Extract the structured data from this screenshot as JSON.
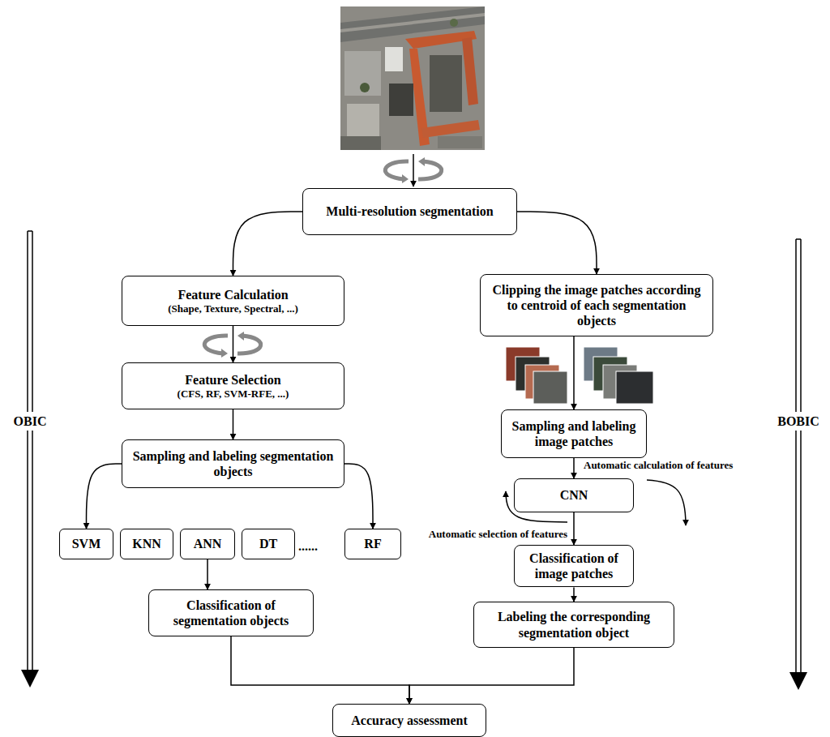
{
  "diagram": {
    "nodes": [
      {
        "text": [
          "Multi-resolution segmentation"
        ]
      },
      {
        "text": [
          "Feature Calculation",
          "(Shape, Texture, Spectral, ...)"
        ]
      },
      {
        "text": [
          "Clipping the image patches according to centroid of each segmentation objects"
        ]
      },
      {
        "text": [
          "Feature Selection",
          "(CFS, RF, SVM-RFE, ...)"
        ]
      },
      {
        "text": [
          "Sampling and labeling segmentation objects"
        ]
      },
      {
        "text": [
          "Sampling and labeling image patches"
        ]
      },
      {
        "text": [
          "SVM"
        ]
      },
      {
        "text": [
          "KNN"
        ]
      },
      {
        "text": [
          "ANN"
        ]
      },
      {
        "text": [
          "DT"
        ]
      },
      {
        "text": [
          "RF"
        ]
      },
      {
        "text": [
          "CNN"
        ]
      },
      {
        "text": [
          "Classification of image patches"
        ]
      },
      {
        "text": [
          "Classification of segmentation objects"
        ]
      },
      {
        "text": [
          "Labeling the corresponding segmentation object"
        ]
      },
      {
        "text": [
          "Accuracy assessment"
        ]
      }
    ],
    "edges": [
      {
        "from": 0,
        "to": 1,
        "arrow": "to"
      },
      {
        "from": 0,
        "to": 2,
        "arrow": "to"
      },
      {
        "from": 1,
        "to": 3,
        "arrow": "to"
      },
      {
        "from": 3,
        "to": 4,
        "arrow": "to"
      },
      {
        "from": 4,
        "to": 6,
        "arrow": "to"
      },
      {
        "from": 4,
        "to": 10,
        "arrow": "to"
      },
      {
        "from": 8,
        "to": 13,
        "arrow": "to"
      },
      {
        "from": 2,
        "to": 5,
        "arrow": "to"
      },
      {
        "from": 5,
        "to": 11,
        "arrow": "to"
      },
      {
        "from": 11,
        "to": 12,
        "arrow": "to"
      },
      {
        "from": 12,
        "to": 14,
        "arrow": "to"
      },
      {
        "from": 13,
        "to": 15,
        "arrow": "to"
      },
      {
        "from": 14,
        "to": 15,
        "arrow": "to"
      }
    ],
    "labels": [
      "......",
      "Automatic calculation of features",
      "Automatic selection of features",
      "OBIC",
      "BOBIC"
    ]
  }
}
